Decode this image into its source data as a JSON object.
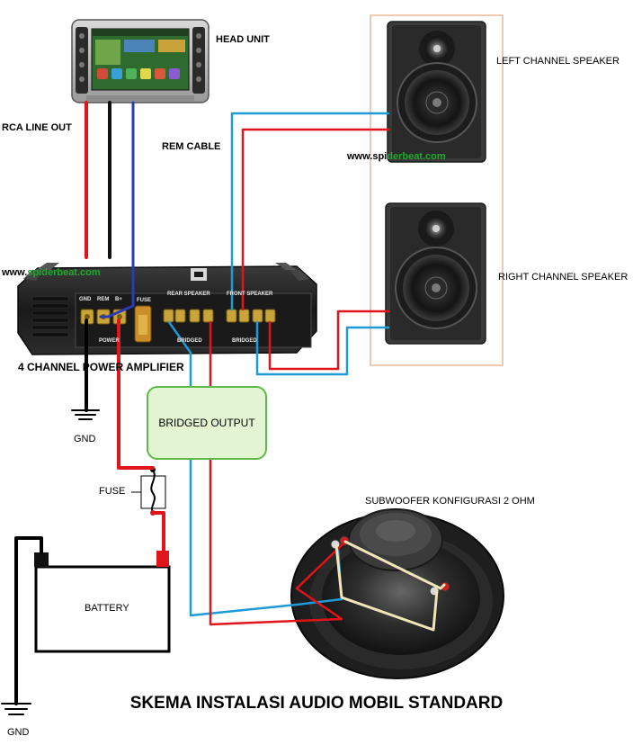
{
  "labels": {
    "head_unit": "HEAD UNIT",
    "rca_line_out": "RCA LINE OUT",
    "rem_cable": "REM CABLE",
    "amplifier": "4 CHANNEL POWER AMPLIFIER",
    "gnd_amp": "GND",
    "gnd_battery": "GND",
    "fuse": "FUSE",
    "battery": "BATTERY",
    "bridged_output": "BRIDGED  OUTPUT",
    "left_speaker": "LEFT CHANNEL SPEAKER",
    "right_speaker": "RIGHT CHANNEL SPEAKER",
    "subwoofer": "SUBWOOFER  KONFIGURASI 2 OHM"
  },
  "amp_panel": {
    "gnd": "GND",
    "rem": "REM",
    "bplus": "B+",
    "fuse": "FUSE",
    "rear_speaker": "REAR SPEAKER",
    "front_speaker": "FRONT SPEAKER",
    "power": "POWER",
    "bridged_1": "BRIDGED",
    "bridged_2": "BRIDGED"
  },
  "watermark": {
    "prefix": "www.",
    "spi": "spi",
    "brand": "derbeat",
    "suffix": ".com"
  },
  "title": "SKEMA INSTALASI AUDIO MOBIL STANDARD",
  "colors": {
    "red_wire": "#e0141b",
    "black_wire": "#111111",
    "blue_wire": "#2a3cb4",
    "cyan_wire": "#1e9ad6",
    "sub_wire": "#efe5b8",
    "bridged_fill": "#e4f5d3",
    "bridged_border": "#5fb94a",
    "speaker_frame": "#e8b89a"
  }
}
